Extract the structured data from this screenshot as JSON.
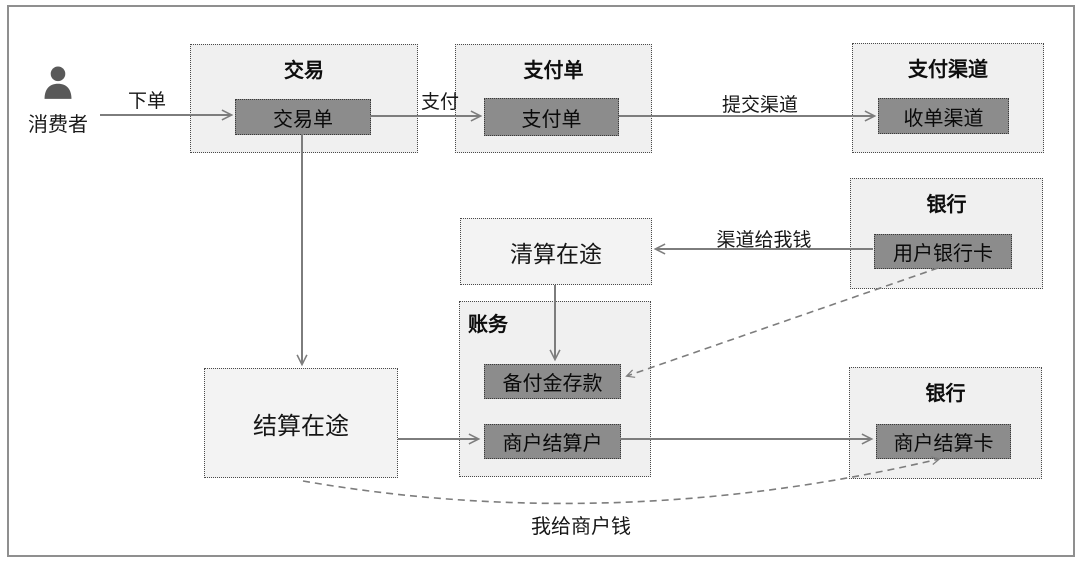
{
  "diagram": {
    "actor": {
      "label": "消费者"
    },
    "groups": [
      {
        "id": "trade",
        "title": "交易",
        "items": [
          "交易单"
        ]
      },
      {
        "id": "payment",
        "title": "支付单",
        "items": [
          "支付单"
        ]
      },
      {
        "id": "channel",
        "title": "支付渠道",
        "items": [
          "收单渠道"
        ]
      },
      {
        "id": "bank-top",
        "title": "银行",
        "items": [
          "用户银行卡"
        ]
      },
      {
        "id": "accounting",
        "title": "账务",
        "items": [
          "备付金存款",
          "商户结算户"
        ]
      },
      {
        "id": "bank-bottom",
        "title": "银行",
        "items": [
          "商户结算卡"
        ]
      }
    ],
    "plain_nodes": [
      {
        "id": "clearing",
        "label": "清算在途"
      },
      {
        "id": "settlement",
        "label": "结算在途"
      }
    ],
    "edge_labels": {
      "place_order": "下单",
      "pay": "支付",
      "submit_channel": "提交渠道",
      "channel_pays_me": "渠道给我钱",
      "i_pay_merchant": "我给商户钱"
    },
    "colors": {
      "group_background": "#f0f0f0",
      "item_background": "#8c8c8c",
      "dotted_border": "#4a4a4a",
      "arrow": "#7d7d7d",
      "frame_border": "#8f8f8f",
      "text": "#111111"
    }
  }
}
